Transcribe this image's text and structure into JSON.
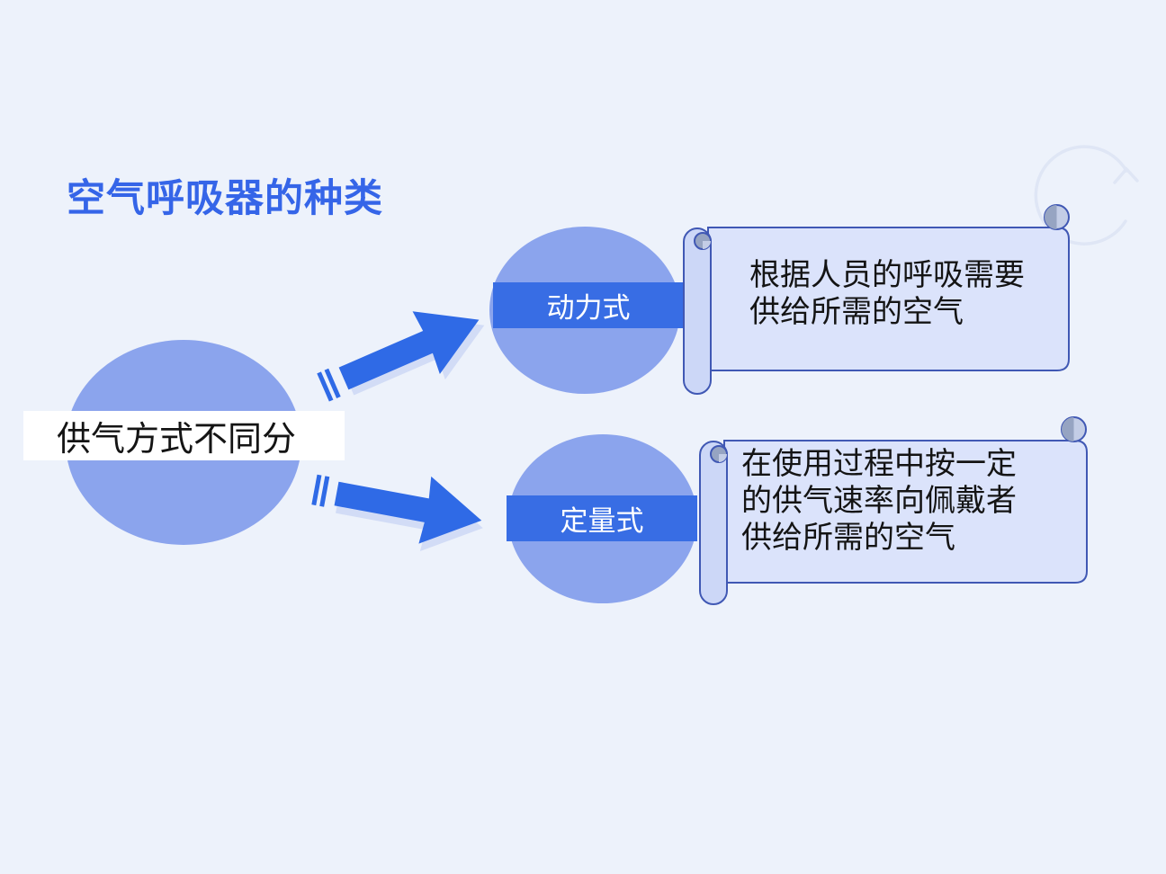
{
  "slide": {
    "title": "空气呼吸器的种类",
    "root": {
      "label": "供气方式不同分"
    },
    "branches": [
      {
        "label": "动力式",
        "desc_lines": [
          "根据人员的呼吸需要",
          "供给所需的空气"
        ]
      },
      {
        "label": "定量式",
        "desc_lines": [
          "在使用过程中按一定",
          "的供气速率向佩戴者",
          "供给所需的空气"
        ]
      }
    ],
    "colors": {
      "background": "#edf2fb",
      "title": "#3565e8",
      "text": "#141414",
      "ellipse": "#8ba4ed",
      "band": "#386de4",
      "band_text": "#ffffff",
      "root_band_bg": "#ffffff",
      "arrow": "#2f6ae6",
      "arrow_shadow": "#bccbf2",
      "scroll_fill": "#dbe3fb",
      "scroll_border": "#4058b4",
      "scroll_roll": "#ccd7f7",
      "curl_dark": "#96a4c2",
      "curl_light": "#c3cde6",
      "decoration": "#dfe6f5"
    }
  }
}
